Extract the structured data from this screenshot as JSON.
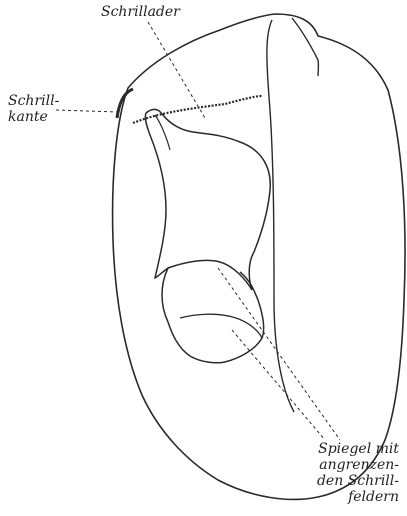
{
  "figure": {
    "labels": {
      "schrillader": "Schrillader",
      "schrillkante": [
        "Schrill-",
        "kante"
      ],
      "spiegel": [
        "Spiegel mit",
        "angrenzen-",
        "den Schrill-",
        "feldern"
      ]
    }
  }
}
